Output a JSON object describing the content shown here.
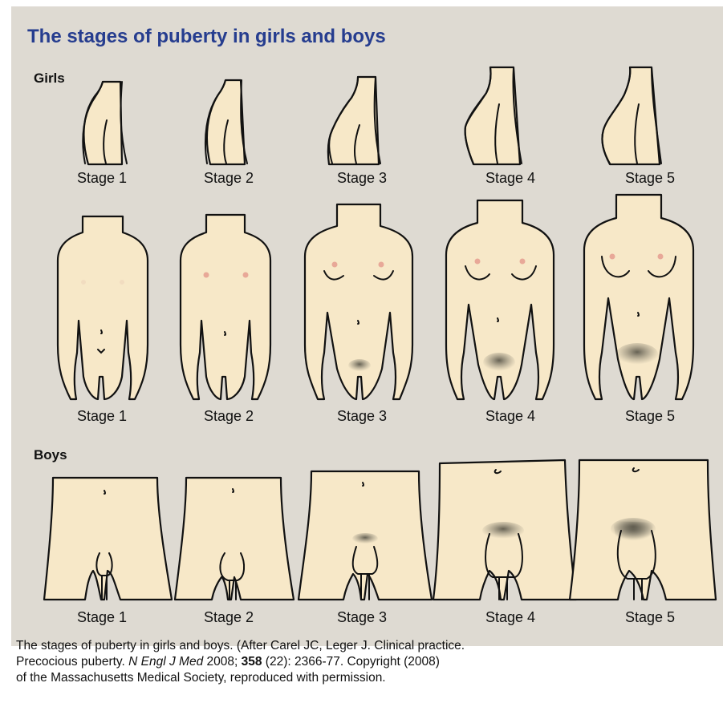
{
  "title": "The stages of puberty in girls and boys",
  "sections": {
    "girls": "Girls",
    "boys": "Boys"
  },
  "girls_profile_labels": [
    "Stage 1",
    "Stage 2",
    "Stage 3",
    "Stage 4",
    "Stage 5"
  ],
  "girls_front_labels": [
    "Stage 1",
    "Stage 2",
    "Stage 3",
    "Stage 4",
    "Stage 5"
  ],
  "boys_labels": [
    "Stage 1",
    "Stage 2",
    "Stage 3",
    "Stage 4",
    "Stage 5"
  ],
  "caption": {
    "line1_a": "The stages of puberty in girls and boys.  (After Carel JC, Leger J. Clinical practice.",
    "line2_a": "Precocious puberty. ",
    "line2_journal": "N Engl J Med",
    "line2_b": " 2008; ",
    "line2_volume": "358",
    "line2_c": " (22): 2366-77. Copyright (2008)",
    "line3": "of the Massachusetts Medical Society, reproduced with permission."
  },
  "colors": {
    "background": "#dedad2",
    "skin": "#f7e8c8",
    "outline": "#111111",
    "title": "#263d8f",
    "nipple": "#e8a898",
    "hair": "#7a7565"
  }
}
